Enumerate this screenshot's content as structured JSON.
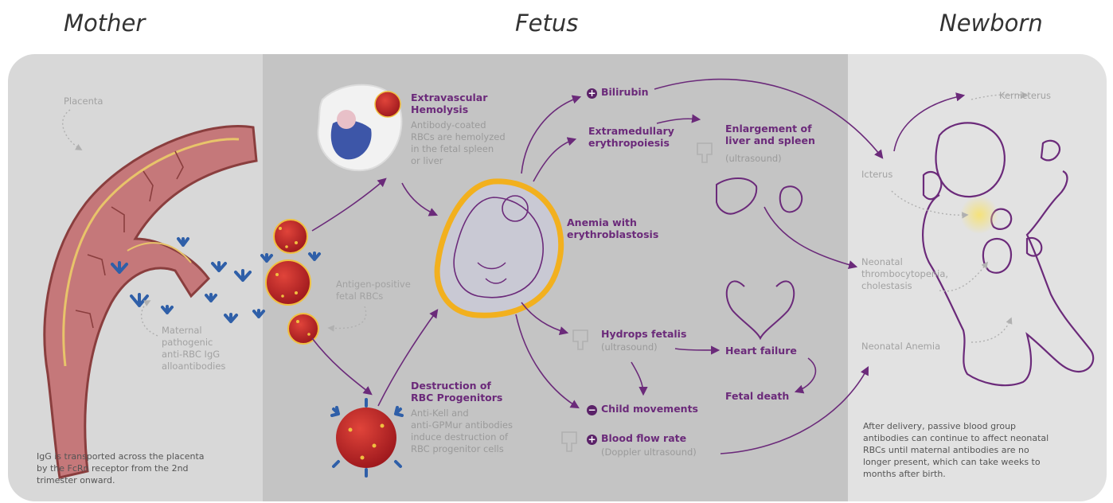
{
  "headers": {
    "mother": "Mother",
    "fetus": "Fetus",
    "newborn": "Newborn"
  },
  "mother": {
    "placenta_label": "Placenta",
    "antibody_label": "Maternal\npathogenic\nanti-RBC IgG\nalloantibodies",
    "note": "IgG is transported across the placenta\nby the FcRn receptor from the 2nd\ntrimester onward."
  },
  "fetus": {
    "antigen_label": "Antigen-positive\nfetal RBCs",
    "extravascular_title": "Extravascular\nHemolysis",
    "extravascular_desc": "Antibody-coated\nRBCs are hemolyzed\nin the fetal spleen\nor liver",
    "destruction_title": "Destruction of\nRBC Progenitors",
    "destruction_desc": "Anti-Kell and\nanti-GPMur antibodies\ninduce destruction of\nRBC progenitor cells",
    "bilirubin": "Bilirubin",
    "extramedullary": "Extramedullary\nerythropoiesis",
    "enlargement_title": "Enlargement of\nliver and spleen",
    "enlargement_sub": "(ultrasound)",
    "anemia": "Anemia with\nerythroblastosis",
    "hydrops_title": "Hydrops fetalis",
    "hydrops_sub": "(ultrasound)",
    "heart_failure": "Heart failure",
    "fetal_death": "Fetal death",
    "child_movements": "Child movements",
    "blood_flow_title": "Blood flow rate",
    "blood_flow_sub": "(Doppler ultrasound)"
  },
  "newborn": {
    "kernicterus": "Kernicterus",
    "icterus": "Icterus",
    "thrombo": "Neonatal\nthrombocytopenia,\ncholestasis",
    "anemia": "Neonatal Anemia",
    "note": "After delivery, passive blood group\nantibodies can continue to affect neonatal\nRBCs until maternal antibodies are no\nlonger present, which can take weeks to\nmonths after birth."
  },
  "colors": {
    "purple": "#6b2a7a",
    "panel_mother": "#d8d8d8",
    "panel_fetus": "#c4c4c4",
    "panel_newborn": "#e2e2e2",
    "rbc": "#c0262a",
    "antibody": "#2f5fa8",
    "placenta": "#c5787a",
    "uterus": "#f2b01e"
  }
}
